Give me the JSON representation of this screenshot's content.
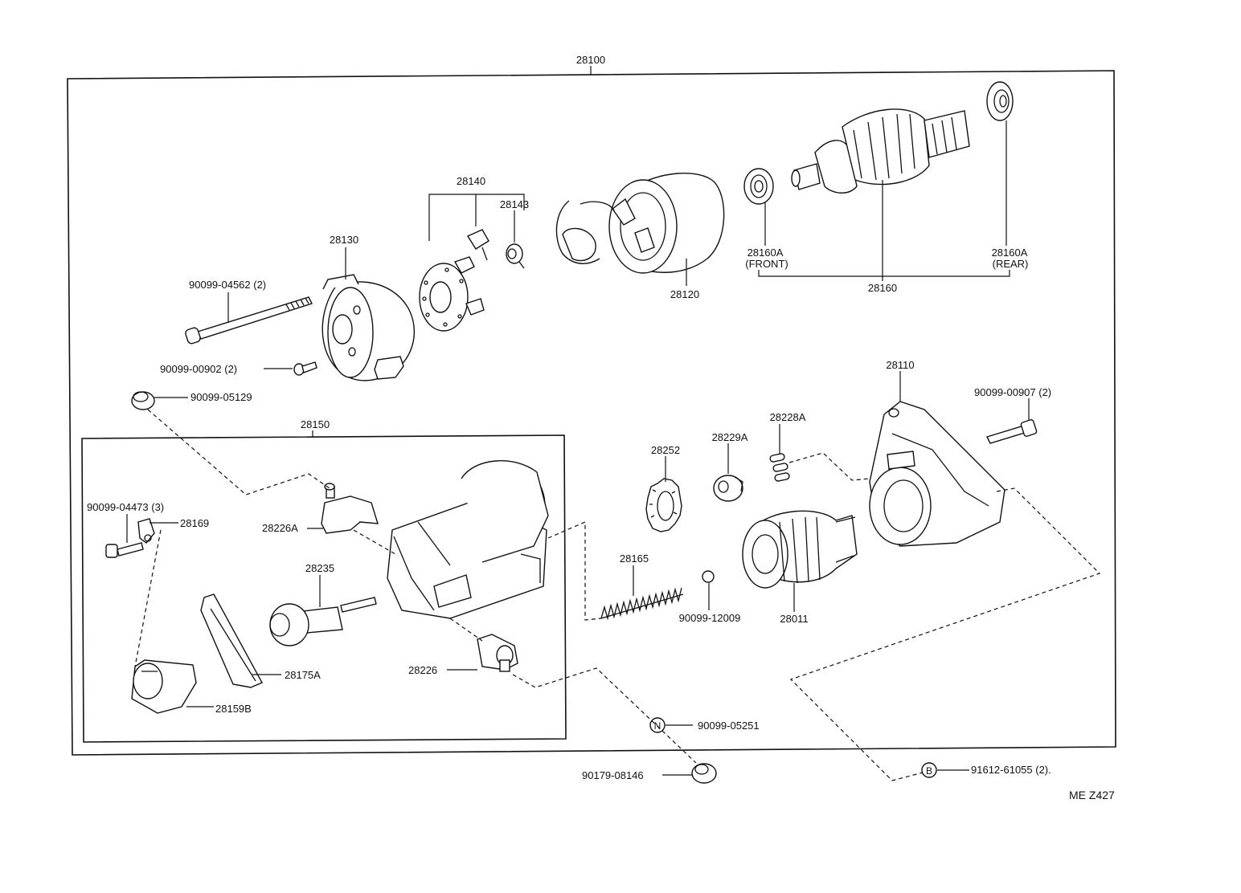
{
  "labels": {
    "assembly": "28100",
    "brush_holder": "28140",
    "brush_spring": "28143",
    "commutator_end_frame": "28130",
    "through_bolt": "90099-04562 (2)",
    "screw_a": "90099-00902 (2)",
    "cap": "90099-05129",
    "yoke": "28120",
    "bearing_front": "28160A",
    "bearing_front_note": "(FRONT)",
    "bearing_rear": "28160A",
    "bearing_rear_note": "(REAR)",
    "armature": "28160",
    "starter_housing": "28110",
    "bolt_b": "90099-00907 (2)",
    "magnetic_switch": "28150",
    "idle_gear": "28252",
    "retainer": "28229A",
    "roller": "28228A",
    "bolt_c": "90099-04473 (3)",
    "lead_clamp": "28169",
    "terminal_kit_a": "28226A",
    "compression_spring": "28165",
    "plunger": "28235",
    "steel_ball": "90099-12009",
    "starter_clutch": "28011",
    "gasket": "28175A",
    "terminal_kit": "28226",
    "end_cover": "28159B",
    "nut_code": "N",
    "nut": "90099-05251",
    "boot": "90179-08146",
    "bolt_code": "B",
    "bolt_d": "91612-61055 (2).",
    "diagram_code": "ME Z427"
  }
}
